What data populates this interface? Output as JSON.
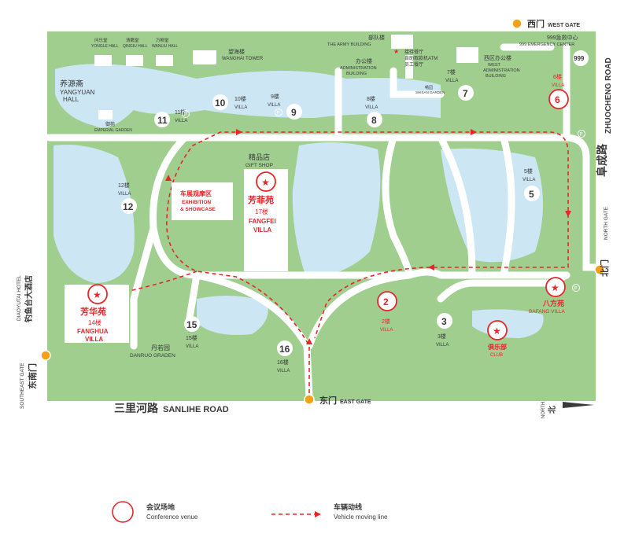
{
  "gates": {
    "west": {
      "cn": "西门",
      "en": "WEST GATE"
    },
    "north": {
      "cn": "北门",
      "en": "NORTH GATE"
    },
    "east": {
      "cn": "东门",
      "en": "EAST GATE"
    },
    "southeast": {
      "cn": "东南门",
      "en": "SOUTHEAST GATE"
    }
  },
  "roads": {
    "sanlihe": {
      "cn": "三里河路",
      "en": "SANLIHE ROAD"
    },
    "zhuocheng": {
      "cn": "阜成路",
      "en": "ZHUOCHENG ROAD"
    }
  },
  "north_arrow": {
    "cn": "北",
    "en": "NORTH"
  },
  "buildings": {
    "yongle": {
      "cn": "问乐堂",
      "en": "YONGLE HALL"
    },
    "qingiu": {
      "cn": "清籁堂",
      "en": "QINGIU HALL"
    },
    "wanliu": {
      "cn": "万柳堂",
      "en": "WANLIU HALL"
    },
    "wanghai": {
      "cn": "望海楼",
      "en": "WANGHAI TOWER"
    },
    "yangyuan": {
      "cn": "养源斋",
      "en": "YANGYUAN",
      "en2": "HALL"
    },
    "emperial": {
      "cn": "御苑",
      "en": "EMPERIAL GARDEN"
    },
    "army": {
      "cn": "部队楼",
      "en": "THE ARMY BUILDING"
    },
    "reception": {
      "line1": "接待餐厅",
      "line2": "自助取款机ATM",
      "line3": "员工餐厅"
    },
    "admin": {
      "cn": "办公楼",
      "en": "ADMINISTRATION",
      "en2": "BUILDING"
    },
    "west_admin": {
      "cn": "西区办公楼",
      "en": "WEST",
      "en2": "ADMINISTRATION",
      "en3": "BUILDING"
    },
    "emergency": {
      "cn": "999急救中心",
      "en": "999 EMERGENCY CENTER",
      "badge": "999"
    },
    "shisan": {
      "cn": "畅园",
      "en": "SHISAN GARDEN"
    },
    "gift": {
      "cn": "精品店",
      "en": "GIFT SHOP"
    },
    "exhibition": {
      "cn": "车展观摩区",
      "en": "EXHIBITION",
      "en2": "& SHOWCASE"
    },
    "danruo": {
      "cn": "丹若园",
      "en": "DANRUO GRADEN"
    },
    "diaoyutai": {
      "cn": "钓鱼台大酒店",
      "en": "DIAOYUTAI HOTEL"
    }
  },
  "villas": [
    {
      "num": "2",
      "cn": "2楼",
      "en": "VILLA",
      "venue": true
    },
    {
      "num": "3",
      "cn": "3楼",
      "en": "VILLA",
      "venue": false
    },
    {
      "num": "5",
      "cn": "5楼",
      "en": "VILLA",
      "venue": false
    },
    {
      "num": "6",
      "cn": "6楼",
      "en": "VILLA",
      "venue": true
    },
    {
      "num": "7",
      "cn": "7楼",
      "en": "VILLA",
      "venue": false
    },
    {
      "num": "8",
      "cn": "8楼",
      "en": "VILLA",
      "venue": false
    },
    {
      "num": "9",
      "cn": "9楼",
      "en": "VILLA",
      "venue": false
    },
    {
      "num": "10",
      "cn": "10楼",
      "en": "VILLA",
      "venue": false
    },
    {
      "num": "11",
      "cn": "11楼",
      "en": "VILLA",
      "venue": false
    },
    {
      "num": "12",
      "cn": "12楼",
      "en": "VILLA",
      "venue": false
    },
    {
      "num": "15",
      "cn": "15楼",
      "en": "VILLA",
      "venue": false
    },
    {
      "num": "16",
      "cn": "16楼",
      "en": "VILLA",
      "venue": false
    }
  ],
  "venues": {
    "fangfei": {
      "cn": "芳菲苑",
      "line2": "17楼",
      "en": "FANGFEI",
      "en2": "VILLA"
    },
    "fanghua": {
      "cn": "芳华苑",
      "line2": "14楼",
      "en": "FANGHUA",
      "en2": "VILLA"
    },
    "bafang": {
      "cn": "八方苑",
      "en": "BAFANG VILLA"
    },
    "club": {
      "cn": "俱乐部",
      "en": "CLUB"
    }
  },
  "parking": "P",
  "legend": {
    "venue": {
      "cn": "会议场地",
      "en": "Conference venue"
    },
    "route": {
      "cn": "车辆动线",
      "en": "Vehicle moving line"
    }
  },
  "colors": {
    "land": "#9fce8f",
    "water": "#cce6f3",
    "road": "#ffffff",
    "accent": "#e8262a",
    "gate": "#f6a01a"
  }
}
